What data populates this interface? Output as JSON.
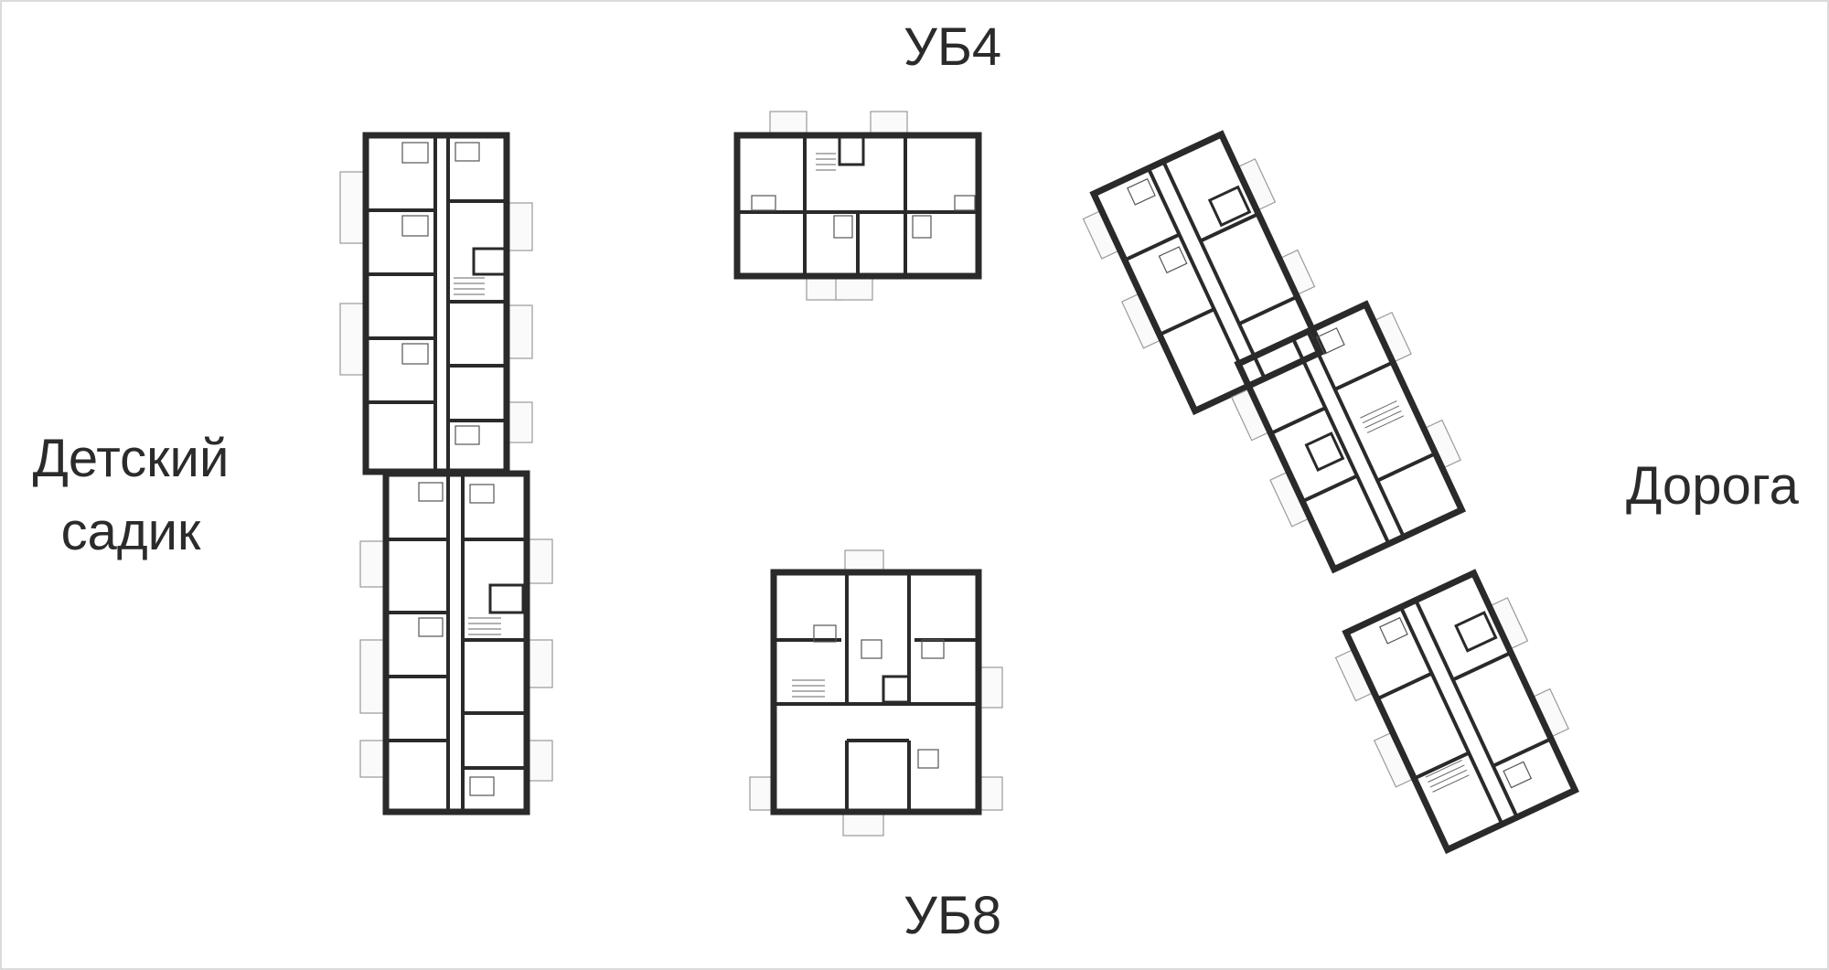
{
  "labels": {
    "ub4": "УБ4",
    "ub8": "УБ8",
    "kindergarten_line1": "Детский",
    "kindergarten_line2": "садик",
    "road": "Дорога"
  },
  "colors": {
    "background": "#ffffff",
    "walls": "#2a2a2a",
    "label_text": "#2b2b2b",
    "frame": "#cfcfcf"
  }
}
